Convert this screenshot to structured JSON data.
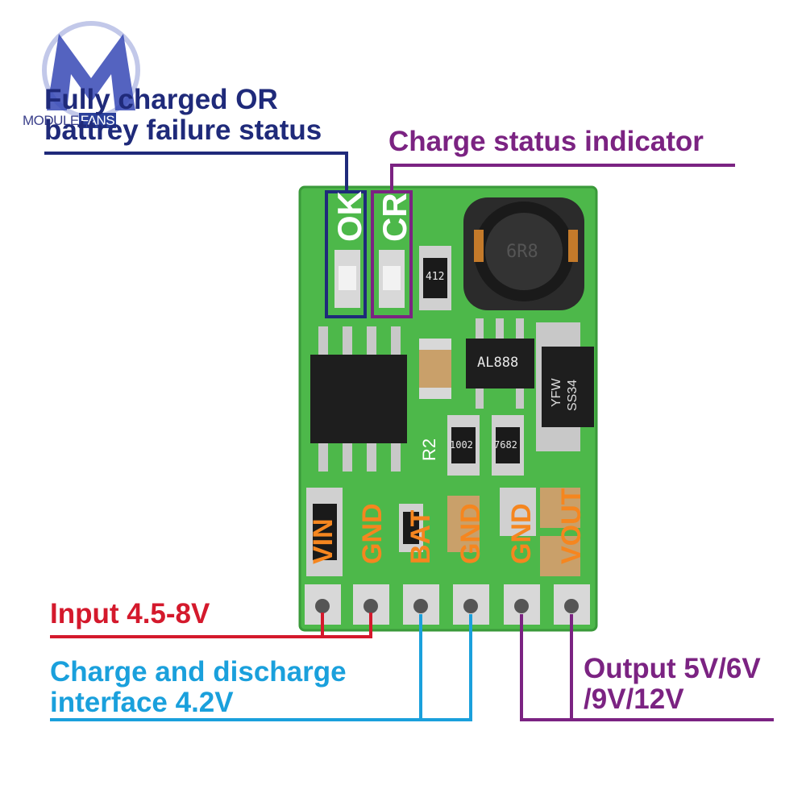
{
  "logo": {
    "brand_left": "MODULE",
    "brand_right": "FANS"
  },
  "callouts": {
    "fully_charged_line1": "Fully charged OR",
    "fully_charged_line2": "battrey failure status",
    "charge_status": "Charge status indicator",
    "input": "Input 4.5-8V",
    "charge_interface_line1": "Charge and discharge",
    "charge_interface_line2": "interface 4.2V",
    "output_line1": "Output 5V/6V",
    "output_line2": "/9V/12V"
  },
  "board": {
    "led_labels": [
      "OK",
      "CR"
    ],
    "pin_labels": [
      "VIN",
      "GND",
      "BAT",
      "GND",
      "GND",
      "VOUT"
    ],
    "resistor_marks": [
      "412",
      "1002",
      "7682"
    ],
    "chip_mark": "AL888",
    "diode_marks": [
      "YFW",
      "SS34"
    ],
    "inductor_mark": "6R8",
    "silkscreen": "R2"
  },
  "colors": {
    "pcb": "#4db84a",
    "pin_label": "#f5861f",
    "status_box": "#1f2a7a",
    "charge_box": "#7b2382",
    "input_line": "#d4192c",
    "interface_line": "#1aa0dc",
    "output_line": "#7b2382"
  }
}
